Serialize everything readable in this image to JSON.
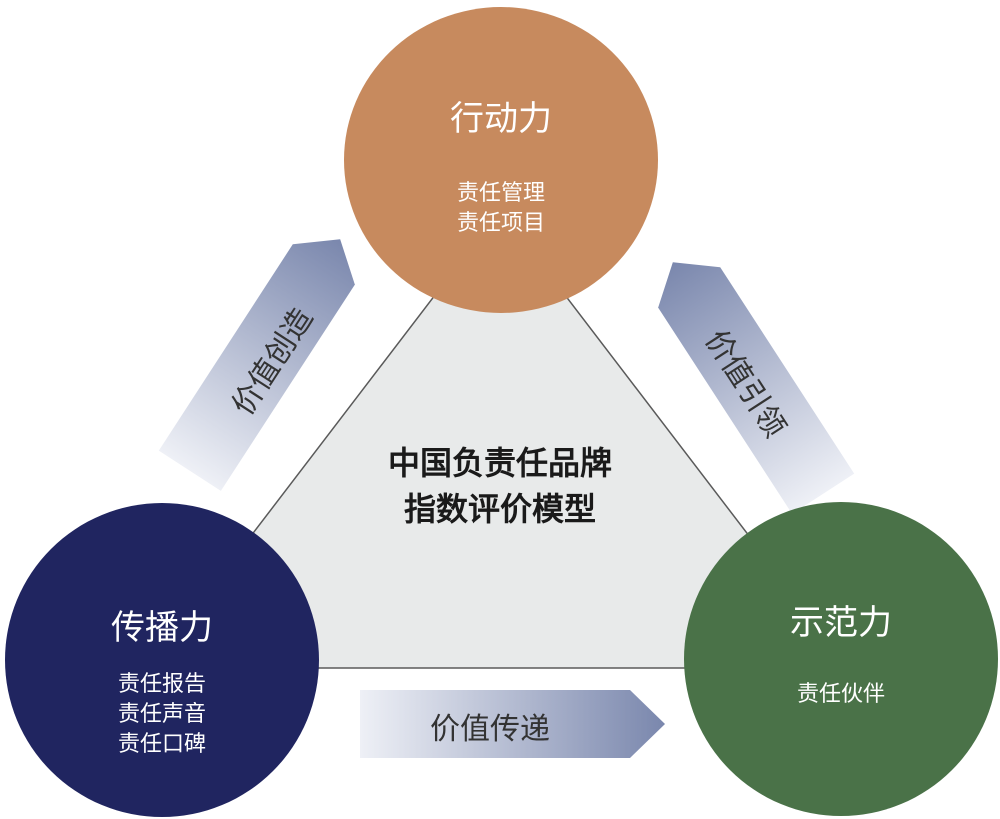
{
  "center": {
    "line1": "中国负责任品牌",
    "line2": "指数评价模型"
  },
  "nodes": {
    "top": {
      "title": "行动力",
      "items": [
        "责任管理",
        "责任项目"
      ],
      "color": "#C78A5E"
    },
    "left": {
      "title": "传播力",
      "items": [
        "责任报告",
        "责任声音",
        "责任口碑"
      ],
      "color": "#202560"
    },
    "right": {
      "title": "示范力",
      "items": [
        "责任伙伴"
      ],
      "color": "#4A7248"
    }
  },
  "arrows": {
    "left": {
      "label": "价值创造"
    },
    "right": {
      "label": "价值引领"
    },
    "bottom": {
      "label": "价值传递"
    }
  },
  "colors": {
    "triangle_fill": "#E8EAEA",
    "arrow_light": "#EEF0F6",
    "arrow_dark": "#7A87AD"
  }
}
